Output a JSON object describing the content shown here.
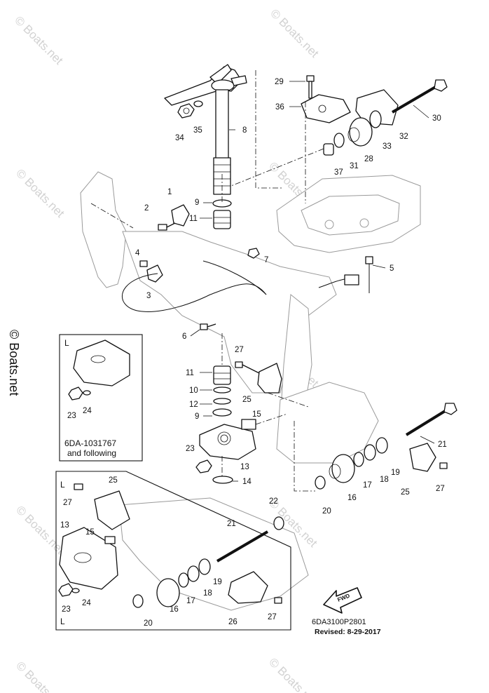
{
  "watermark": "© Boats.net",
  "side_watermark": "© Boats.net",
  "callouts": [
    {
      "id": "c1",
      "text": "1"
    },
    {
      "id": "c2",
      "text": "2"
    },
    {
      "id": "c3",
      "text": "3"
    },
    {
      "id": "c4",
      "text": "4"
    },
    {
      "id": "c5",
      "text": "5"
    },
    {
      "id": "c6",
      "text": "6"
    },
    {
      "id": "c7",
      "text": "7"
    },
    {
      "id": "c8",
      "text": "8"
    },
    {
      "id": "c9",
      "text": "9"
    },
    {
      "id": "c9b",
      "text": "9"
    },
    {
      "id": "c10",
      "text": "10"
    },
    {
      "id": "c11",
      "text": "11"
    },
    {
      "id": "c11b",
      "text": "11"
    },
    {
      "id": "c12",
      "text": "12"
    },
    {
      "id": "c13",
      "text": "13"
    },
    {
      "id": "c13b",
      "text": "13"
    },
    {
      "id": "c14",
      "text": "14"
    },
    {
      "id": "c15",
      "text": "15"
    },
    {
      "id": "c15b",
      "text": "15"
    },
    {
      "id": "c16",
      "text": "16"
    },
    {
      "id": "c16b",
      "text": "16"
    },
    {
      "id": "c17",
      "text": "17"
    },
    {
      "id": "c17b",
      "text": "17"
    },
    {
      "id": "c18",
      "text": "18"
    },
    {
      "id": "c18b",
      "text": "18"
    },
    {
      "id": "c19",
      "text": "19"
    },
    {
      "id": "c19b",
      "text": "19"
    },
    {
      "id": "c20",
      "text": "20"
    },
    {
      "id": "c20b",
      "text": "20"
    },
    {
      "id": "c21",
      "text": "21"
    },
    {
      "id": "c21b",
      "text": "21"
    },
    {
      "id": "c22",
      "text": "22"
    },
    {
      "id": "c23",
      "text": "23"
    },
    {
      "id": "c23b",
      "text": "23"
    },
    {
      "id": "c23c",
      "text": "23"
    },
    {
      "id": "c24",
      "text": "24"
    },
    {
      "id": "c24b",
      "text": "24"
    },
    {
      "id": "c25",
      "text": "25"
    },
    {
      "id": "c25b",
      "text": "25"
    },
    {
      "id": "c25c",
      "text": "25"
    },
    {
      "id": "c26",
      "text": "26"
    },
    {
      "id": "c27",
      "text": "27"
    },
    {
      "id": "c27b",
      "text": "27"
    },
    {
      "id": "c27c",
      "text": "27"
    },
    {
      "id": "c27d",
      "text": "27"
    },
    {
      "id": "c28",
      "text": "28"
    },
    {
      "id": "c29",
      "text": "29"
    },
    {
      "id": "c30",
      "text": "30"
    },
    {
      "id": "c31",
      "text": "31"
    },
    {
      "id": "c32",
      "text": "32"
    },
    {
      "id": "c33",
      "text": "33"
    },
    {
      "id": "c34",
      "text": "34"
    },
    {
      "id": "c35",
      "text": "35"
    },
    {
      "id": "c36",
      "text": "36"
    },
    {
      "id": "c37",
      "text": "37"
    }
  ],
  "inset_small": {
    "variant_label": "L",
    "note_line1": "6DA-1031767",
    "note_line2": "and following"
  },
  "inset_large": {
    "variant_label_top": "L",
    "variant_label_bottom": "L"
  },
  "fwd_label": "FWD",
  "diagram_code": "6DA3100P2801",
  "revised": "Revised: 8-29-2017"
}
